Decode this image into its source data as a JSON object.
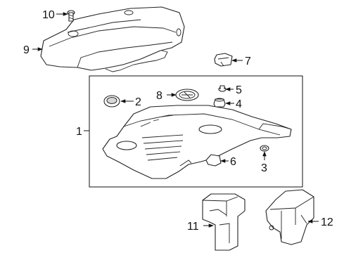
{
  "diagram": {
    "callouts": [
      "10",
      "9",
      "7",
      "2",
      "8",
      "5",
      "4",
      "1",
      "6",
      "3",
      "11",
      "12"
    ]
  }
}
